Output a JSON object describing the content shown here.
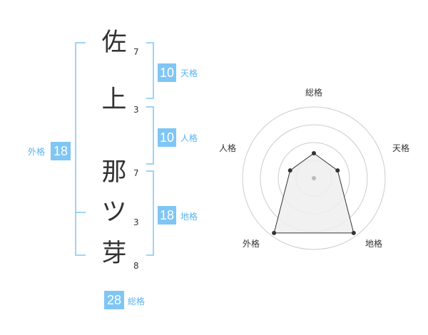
{
  "name_chars": [
    {
      "char": "佐",
      "strokes": "7"
    },
    {
      "char": "上",
      "strokes": "3"
    },
    {
      "char": "那",
      "strokes": "7"
    },
    {
      "char": "ツ",
      "strokes": "3"
    },
    {
      "char": "芽",
      "strokes": "8"
    }
  ],
  "kakusu": {
    "tenkaku": {
      "value": "10",
      "label": "天格"
    },
    "jinkaku": {
      "value": "10",
      "label": "人格"
    },
    "chikaku": {
      "value": "18",
      "label": "地格"
    },
    "gaikaku": {
      "value": "18",
      "label": "外格"
    },
    "soukaku": {
      "value": "28",
      "label": "総格"
    }
  },
  "colors": {
    "accent": "#7fc6f4",
    "label": "#5ab4ee",
    "text": "#333333",
    "ring": "#cccccc",
    "polygon_fill": "#eeeeee"
  },
  "chart_data": {
    "type": "radar",
    "axes": [
      "総格",
      "天格",
      "地格",
      "外格",
      "人格"
    ],
    "values": [
      0.35,
      0.35,
      0.95,
      0.95,
      0.35
    ],
    "rings": 4
  }
}
